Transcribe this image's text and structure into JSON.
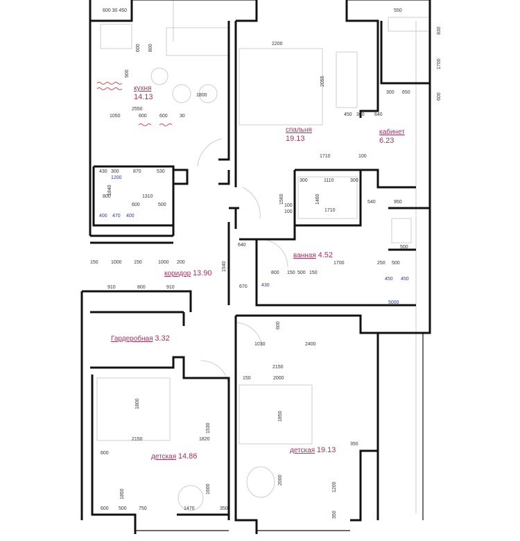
{
  "rooms": {
    "kitchen": {
      "name": "кухня",
      "area": "14.13"
    },
    "bedroom": {
      "name": "спальня",
      "area": "19.13"
    },
    "study": {
      "name": "кабинет",
      "area": "6.23"
    },
    "bathroom": {
      "name": "ванная",
      "area": "4.52"
    },
    "corridor": {
      "name": "коридор",
      "area": "13.90"
    },
    "wardrobe": {
      "name": "Гардеробная",
      "area": "3.32"
    },
    "kids1": {
      "name": "детская",
      "area": "14.86"
    },
    "kids2": {
      "name": "детская",
      "area": "19.13"
    }
  },
  "dims": {
    "top_left": "600 30 450",
    "kitchen": [
      "900",
      "1800",
      "2550",
      "1050",
      "600",
      "600",
      "30",
      "600",
      "800"
    ],
    "bedroom": [
      "2200",
      "2055",
      "450",
      "300",
      "640",
      "300",
      "650"
    ],
    "study": [
      "550",
      "830",
      "1700",
      "600"
    ],
    "wc": [
      "430",
      "300",
      "870",
      "530",
      "1200",
      "1840",
      "800",
      "1310",
      "600",
      "500",
      "400",
      "470",
      "400"
    ],
    "shower": [
      "1710",
      "100",
      "1110",
      "300",
      "300",
      "1460",
      "1710",
      "1560",
      "540",
      "950",
      "100",
      "100"
    ],
    "corridor": [
      "150",
      "1000",
      "150",
      "1000",
      "200",
      "910",
      "800",
      "910",
      "640",
      "1540",
      "670"
    ],
    "bath": [
      "500",
      "1700",
      "250",
      "500",
      "800",
      "150",
      "500",
      "150",
      "430",
      "450",
      "450",
      "5000",
      "600"
    ],
    "kids2": [
      "1030",
      "2400",
      "2150",
      "150",
      "2000",
      "1850",
      "2000",
      "350",
      "1200",
      "350"
    ],
    "kids1": [
      "1800",
      "2150",
      "1820",
      "1530",
      "600",
      "1850",
      "1600",
      "600",
      "500",
      "750",
      "1470",
      "350"
    ]
  }
}
